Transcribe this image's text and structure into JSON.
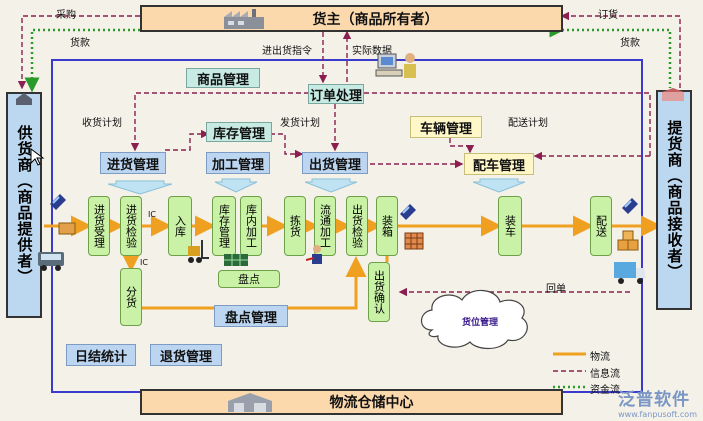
{
  "header": {
    "owner_label": "货主（商品所有者）"
  },
  "footer": {
    "center_label": "物流仓储中心"
  },
  "left_party": {
    "label": "供货商（商品提供者）"
  },
  "right_party": {
    "label": "提货商（商品接收者）"
  },
  "flow_labels": {
    "caigou": "采购",
    "huokuan_left": "货款",
    "dinghuo": "订货",
    "huokuan_right": "货款",
    "jinchuhuo_zhiling": "进出货指令",
    "shiji_shuju": "实际数据",
    "shouhuo_jihua": "收货计划",
    "fahuo_jihua": "发货计划",
    "peisong_jihua": "配送计划",
    "huidan": "回单",
    "ic1": "IC",
    "ic2": "IC"
  },
  "modules": {
    "shangpin": "商品管理",
    "dingdan": "订单处理",
    "kucun": "库存管理",
    "cheliang": "车辆管理",
    "jinhuo": "进货管理",
    "jiagong": "加工管理",
    "chuhuo": "出货管理",
    "peiche": "配车管理",
    "pandian_guanli": "盘点管理",
    "rijie": "日结统计",
    "tuihuo": "退货管理",
    "pandian": "盘点",
    "huowei": "货位管理"
  },
  "process_steps": [
    {
      "id": "jinhuo-shouli",
      "label": "进货受理"
    },
    {
      "id": "jinhuo-jianyan",
      "label": "进货检验"
    },
    {
      "id": "ruku",
      "label": "入库"
    },
    {
      "id": "kucun-guanli",
      "label": "库存管理"
    },
    {
      "id": "kunei-jiagong",
      "label": "库内加工"
    },
    {
      "id": "jianhuo",
      "label": "拣货"
    },
    {
      "id": "liutong-jiagong",
      "label": "流通加工"
    },
    {
      "id": "chuhuo-jianyan",
      "label": "出货检验"
    },
    {
      "id": "zhuangxiang",
      "label": "装箱"
    },
    {
      "id": "zhuangche",
      "label": "装车"
    },
    {
      "id": "peisong",
      "label": "配送"
    },
    {
      "id": "fenhuo",
      "label": "分货"
    },
    {
      "id": "chuhuo-queren",
      "label": "出货确认"
    }
  ],
  "legend": {
    "wuliu": "物流",
    "xinxi": "信息流",
    "zijin": "资金流"
  },
  "colors": {
    "material_flow": "#f0a020",
    "info_flow": "#8b2050",
    "money_flow": "#2a9a2a",
    "frame": "#3a3acd"
  },
  "watermark": {
    "brand": "泛普软件",
    "url": "www.fanpusoft.com"
  }
}
